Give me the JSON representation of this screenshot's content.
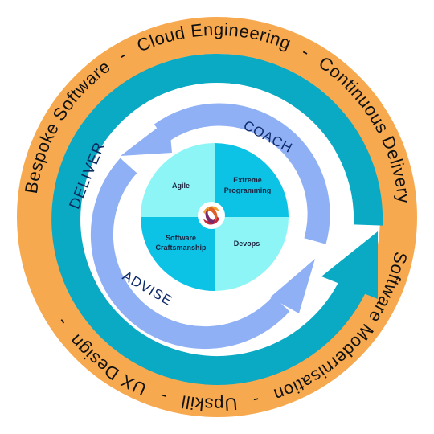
{
  "outer_ring": {
    "items": [
      "Cloud Engineering",
      "Continuous Delivery",
      "Software Modernisation",
      "Upskill",
      "UX Design",
      "Bespoke Software"
    ],
    "separator": "-"
  },
  "arrows": {
    "deliver": "DELIVER",
    "coach": "COACH",
    "advise": "ADVISE"
  },
  "quadrants": {
    "top_left": "Agile",
    "top_right_line1": "Extreme",
    "top_right_line2": "Programming",
    "bottom_left_line1": "Software",
    "bottom_left_line2": "Craftsmanship",
    "bottom_right": "Devops"
  },
  "colors": {
    "outer_ring": "#f7a94f",
    "deliver_arrow": "#0aa9c4",
    "coach_arrow": "#8fb0f4",
    "quadrant_light": "#8df5f5",
    "quadrant_dark": "#0cc3e6"
  },
  "icons": {
    "center_logo": "swirl-logo"
  }
}
